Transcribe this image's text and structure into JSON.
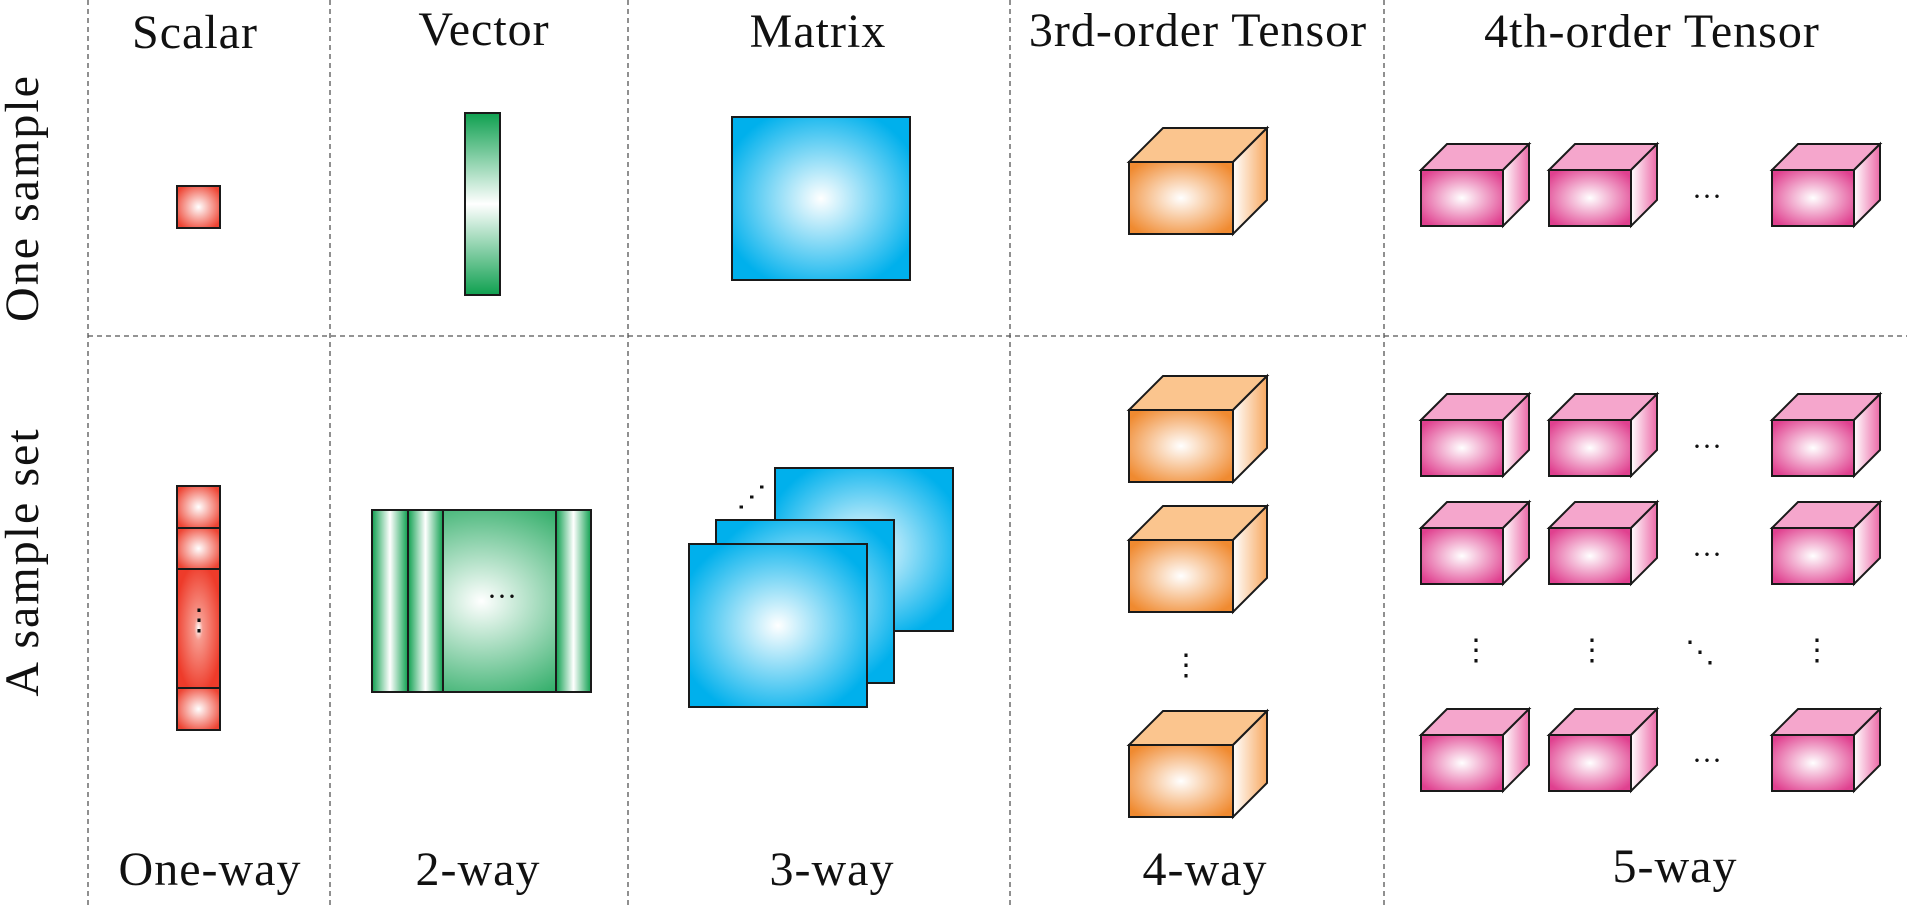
{
  "columns": [
    {
      "title": "Scalar",
      "way": "One-way"
    },
    {
      "title": "Vector",
      "way": "2-way"
    },
    {
      "title": "Matrix",
      "way": "3-way"
    },
    {
      "title": "3rd-order Tensor",
      "way": "4-way"
    },
    {
      "title": "4th-order Tensor",
      "way": "5-way"
    }
  ],
  "rows": [
    {
      "label": "One sample"
    },
    {
      "label": "A sample set"
    }
  ],
  "ellipsis": {
    "horizontal": "···",
    "vertical": "⋮",
    "diagonal": "⋱"
  },
  "colors": {
    "scalar_edge": "#ee4433",
    "vector_edge": "#0fa050",
    "matrix_edge": "#00b0ec",
    "tensor3_edge": "#f08a30",
    "tensor4_edge": "#e0408f"
  }
}
